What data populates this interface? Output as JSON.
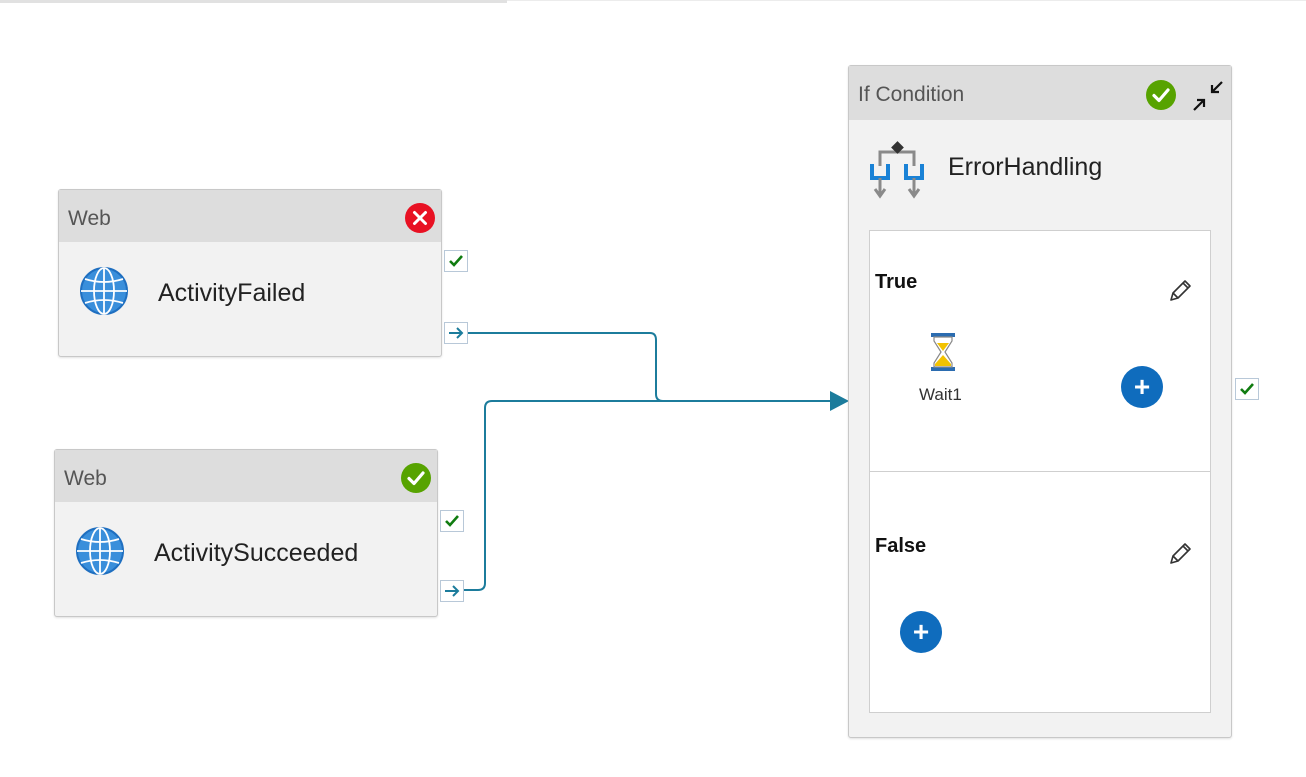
{
  "activities": [
    {
      "type": "Web",
      "name": "ActivityFailed",
      "status": "failed"
    },
    {
      "type": "Web",
      "name": "ActivitySucceeded",
      "status": "succeeded"
    }
  ],
  "if_condition": {
    "type": "If Condition",
    "name": "ErrorHandling",
    "status": "succeeded",
    "true_branch": {
      "label": "True",
      "activities": [
        {
          "name": "Wait1",
          "icon": "hourglass-icon"
        }
      ]
    },
    "false_branch": {
      "label": "False"
    }
  },
  "icons": {
    "activity": "globe-icon",
    "failed": "error-circle-icon",
    "succeeded": "check-circle-icon",
    "collapse": "collapse-arrows-icon",
    "edit": "pencil-icon",
    "add": "plus-icon",
    "port_success": "checkmark-icon",
    "port_completion": "arrow-right-icon"
  },
  "colors": {
    "connector": "#1c7c9c",
    "success": "#57a300",
    "error": "#e81123",
    "accent": "#0f6cbd",
    "header": "#dddddd",
    "card": "#f2f2f2"
  }
}
